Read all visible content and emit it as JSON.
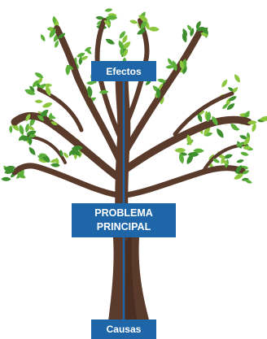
{
  "diagram": {
    "top_label": "Efectos",
    "center_label_line1": "PROBLEMA",
    "center_label_line2": "PRINCIPAL",
    "bottom_label": "Causas"
  },
  "colors": {
    "trunk": "#5A3A2B",
    "trunk_dark": "#4A2E22",
    "leaf_light": "#8CC63F",
    "leaf_mid": "#5BAF3A",
    "leaf_dark": "#3E8E2E",
    "axis_line": "#1F66A8",
    "label_fill": "#1F66A8",
    "label_text": "#FFFFFF"
  }
}
